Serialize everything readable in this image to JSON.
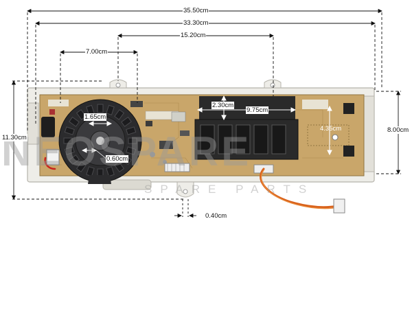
{
  "dimensions": {
    "total_width": "35.50cm",
    "inner_width": "33.30cm",
    "display_width": "15.20cm",
    "knob_width": "7.00cm",
    "board_height": "11.30cm",
    "right_height": "8.00cm",
    "window_height": "2.30cm",
    "window_width": "9.75cm",
    "knob_offset": "1.65cm",
    "knob_shaft": "0.60cm",
    "right_panel": "4.35cm",
    "tab_gap": "0.40cm"
  },
  "watermark": {
    "brand": "NEOSPARE",
    "tagline": "SPARE PARTS"
  },
  "colors": {
    "pcb": "#c9a66a",
    "frame": "#eeede8",
    "knob": "#2b2b2d",
    "connector": "#2a2a2a",
    "wire_orange": "#d9621c",
    "wire_red": "#c8231c"
  }
}
